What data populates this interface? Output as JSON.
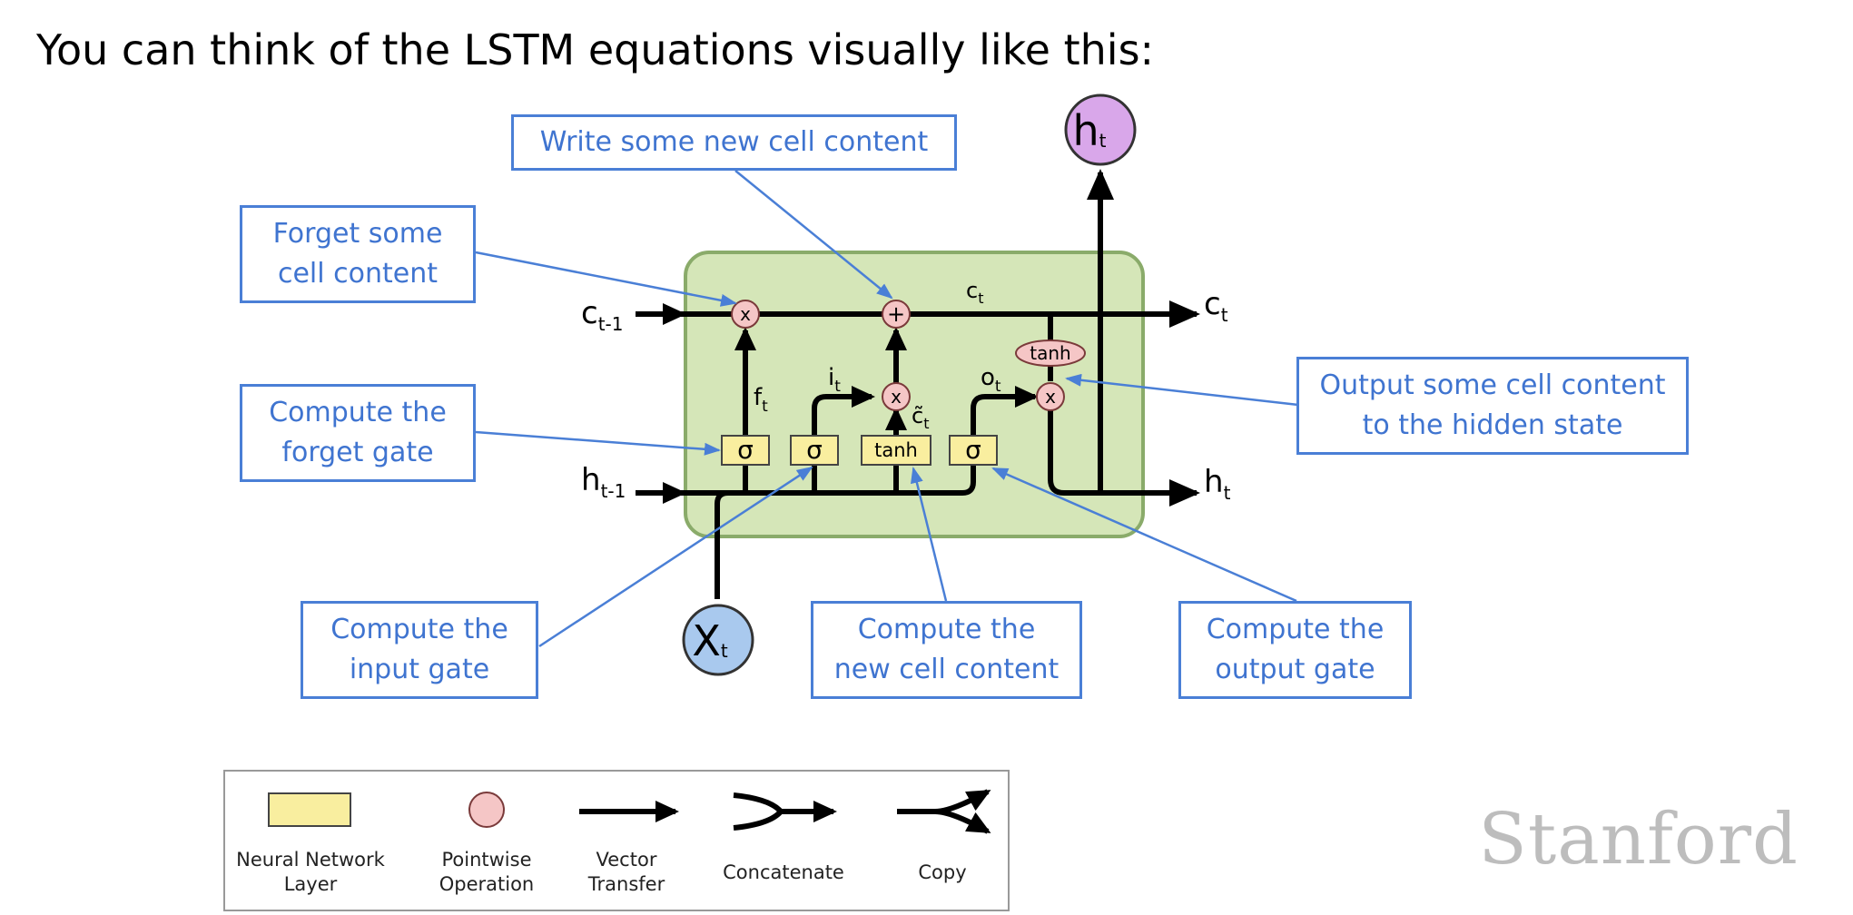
{
  "title": "You can think of the LSTM equations visually like this:",
  "callouts": {
    "write": [
      "Write some new cell content"
    ],
    "forget_content": [
      "Forget some",
      "cell content"
    ],
    "forget_gate": [
      "Compute the",
      "forget gate"
    ],
    "input_gate": [
      "Compute the",
      "input gate"
    ],
    "new_cell": [
      "Compute the",
      "new cell content"
    ],
    "output_gate": [
      "Compute the",
      "output gate"
    ],
    "output_content": [
      "Output some cell content",
      "to the hidden state"
    ]
  },
  "diagram": {
    "c_prev": {
      "main": "c",
      "sub": "t-1"
    },
    "h_prev": {
      "main": "h",
      "sub": "t-1"
    },
    "c_out": {
      "main": "c",
      "sub": "t"
    },
    "h_out": {
      "main": "h",
      "sub": "t"
    },
    "c_mid": {
      "main": "c",
      "sub": "t"
    },
    "h_top": {
      "main": "h",
      "sub": "t"
    },
    "x_in": {
      "main": "X",
      "sub": "t"
    },
    "f_label": {
      "main": "f",
      "sub": "t"
    },
    "i_label": {
      "main": "i",
      "sub": "t"
    },
    "o_label": {
      "main": "o",
      "sub": "t"
    },
    "ctilde_label": {
      "main": "c̃",
      "sub": "t"
    },
    "sigma": "σ",
    "tanh": "tanh",
    "mult": "x",
    "plus": "+"
  },
  "legend": {
    "nn_layer": [
      "Neural Network",
      "Layer"
    ],
    "pointwise": [
      "Pointwise",
      "Operation"
    ],
    "vector": [
      "Vector",
      "Transfer"
    ],
    "concat": [
      "Concatenate"
    ],
    "copy": [
      "Copy"
    ]
  },
  "branding": "Stanford",
  "colors": {
    "callout_blue": "#4a7fd6",
    "cell_green": "#d5e6b8",
    "cell_border": "#8aab6a",
    "layer_yellow": "#f9ee9f",
    "pointwise_pink": "#f5c6c6",
    "h_purple": "#d9a7ea",
    "x_blue": "#a9c9ee"
  }
}
